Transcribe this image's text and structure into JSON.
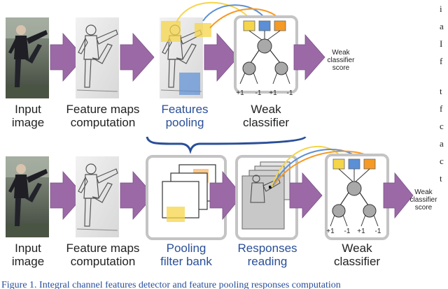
{
  "colors": {
    "arrow_purple": "#9b6aa6",
    "box_gray": "#c4c4c4",
    "yellow": "#f5d54a",
    "blue": "#5b8fd6",
    "orange": "#f59a24",
    "node_gray": "#a9a9a9",
    "label_blue": "#2a4f98"
  },
  "top_row": {
    "input": "Input\nimage",
    "features": "Feature maps\ncomputation",
    "pooling": "Features\npooling",
    "classifier": "Weak\nclassifier",
    "score": "Weak\nclassifier\nscore",
    "leaves": [
      "+1",
      "-1",
      "+1",
      "-1"
    ]
  },
  "bottom_row": {
    "input": "Input\nimage",
    "features": "Feature maps\ncomputation",
    "bank": "Pooling\nfilter bank",
    "responses": "Responses\nreading",
    "classifier": "Weak\nclassifier",
    "score": "Weak\nclassifier\nscore",
    "leaves": [
      "+1",
      "-1",
      "+1",
      "-1"
    ]
  },
  "right_margin_letters": [
    "i",
    "a",
    "I",
    "f",
    "t",
    "f",
    "c",
    "a",
    "c",
    "t"
  ],
  "caption_fragment": "Figure 1. Integral channel features detector and feature pooling responses computation"
}
